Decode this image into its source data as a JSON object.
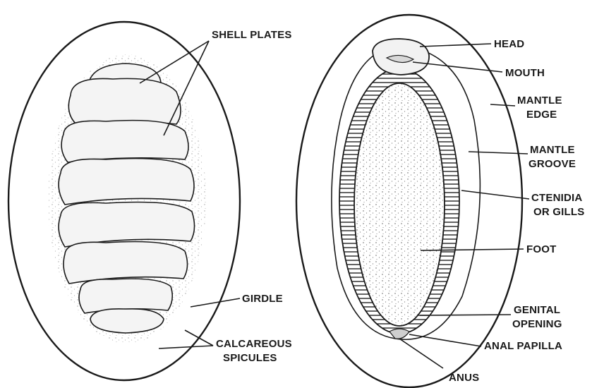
{
  "diagram": {
    "dorsal_labels": {
      "shell_plates": "SHELL PLATES",
      "girdle": "GIRDLE",
      "calcareous_1": "CALCAREOUS",
      "calcareous_2": "SPICULES"
    },
    "ventral_labels": {
      "head": "HEAD",
      "mouth": "MOUTH",
      "mantle_edge_1": "MANTLE",
      "mantle_edge_2": "EDGE",
      "mantle_groove_1": "MANTLE",
      "mantle_groove_2": "GROOVE",
      "ctenidia_1": "CTENIDIA",
      "ctenidia_2": "OR GILLS",
      "foot": "FOOT",
      "genital_1": "GENITAL",
      "genital_2": "OPENING",
      "anal_papilla": "ANAL PAPILLA",
      "anus": "ANUS"
    }
  }
}
